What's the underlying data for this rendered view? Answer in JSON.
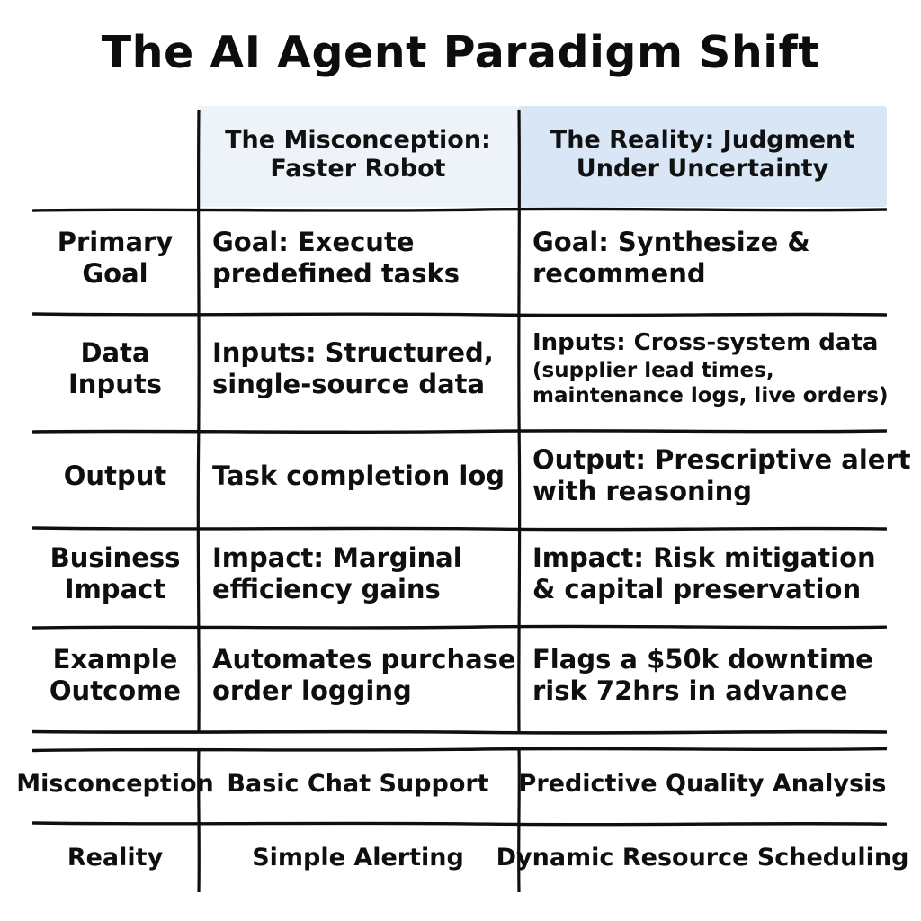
{
  "title": "The AI Agent Paradigm Shift",
  "colors": {
    "ink": "#0f0f0f",
    "background": "#ffffff",
    "header_highlight_left": "#eef3fa",
    "header_highlight_right": "#d8e6f6"
  },
  "chart_data": {
    "type": "table",
    "title": "The AI Agent Paradigm Shift",
    "columns": [
      "",
      "The Misconception: Faster Robot",
      "The Reality: Judgment Under Uncertainty"
    ],
    "rows": [
      [
        "Primary Goal",
        "Goal: Execute predefined tasks",
        "Goal: Synthesize & recommend"
      ],
      [
        "Data Inputs",
        "Inputs: Structured, single-source data",
        "Inputs: Cross-system data (supplier lead times, maintenance logs, live orders)"
      ],
      [
        "Output",
        "Task completion log",
        "Output: Prescriptive alert with reasoning"
      ],
      [
        "Business Impact",
        "Impact: Marginal efficiency gains",
        "Impact: Risk mitigation & capital preservation"
      ],
      [
        "Example Outcome",
        "Automates purchase order logging",
        "Flags a $50k downtime risk 72hrs in advance"
      ]
    ],
    "secondary_rows": [
      [
        "Misconception",
        "Basic Chat Support",
        "Predictive Quality Analysis"
      ],
      [
        "Reality",
        "Simple Alerting",
        "Dynamic Resource Scheduling"
      ]
    ]
  },
  "table": {
    "header": {
      "col1_line1": "The Misconception:",
      "col1_line2": "Faster Robot",
      "col2_line1": "The Reality: Judgment",
      "col2_line2": "Under Uncertainty"
    },
    "rows": [
      {
        "label_line1": "Primary",
        "label_line2": "Goal",
        "mid_line1": "Goal: Execute",
        "mid_line2": "predefined tasks",
        "right_line1": "Goal: Synthesize &",
        "right_line2": "recommend",
        "right_line3": "",
        "right_line4": ""
      },
      {
        "label_line1": "Data",
        "label_line2": "Inputs",
        "mid_line1": "Inputs: Structured,",
        "mid_line2": "single-source data",
        "right_line1": "Inputs: Cross-system data",
        "right_line2": "(supplier lead times,",
        "right_line3": "maintenance logs, live orders)",
        "right_line4": ""
      },
      {
        "label_line1": "Output",
        "label_line2": "",
        "mid_line1": "Task completion log",
        "mid_line2": "",
        "right_line1": "Output: Prescriptive alert",
        "right_line2": "with reasoning",
        "right_line3": "",
        "right_line4": ""
      },
      {
        "label_line1": "Business",
        "label_line2": "Impact",
        "mid_line1": "Impact: Marginal",
        "mid_line2": "efficiency gains",
        "right_line1": "Impact: Risk mitigation",
        "right_line2": "& capital preservation",
        "right_line3": "",
        "right_line4": ""
      },
      {
        "label_line1": "Example",
        "label_line2": "Outcome",
        "mid_line1": "Automates purchase",
        "mid_line2": "order logging",
        "right_line1": "Flags a $50k downtime",
        "right_line2": "risk  72hrs in advance",
        "right_line3": "",
        "right_line4": ""
      }
    ]
  },
  "bottom_table": {
    "rows": [
      {
        "label": "Misconception",
        "mid": "Basic Chat Support",
        "right": "Predictive Quality Analysis"
      },
      {
        "label": "Reality",
        "mid": "Simple Alerting",
        "right": "Dynamic Resource Scheduling"
      }
    ]
  }
}
